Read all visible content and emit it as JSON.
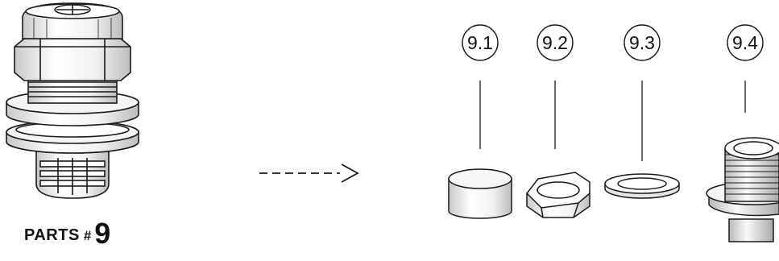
{
  "title": {
    "word": "PARTS",
    "hash": "#",
    "number": "9"
  },
  "callouts": [
    {
      "label": "9.1",
      "part": "cap"
    },
    {
      "label": "9.2",
      "part": "hex-nut"
    },
    {
      "label": "9.3",
      "part": "washer"
    },
    {
      "label": "9.4",
      "part": "threaded-fitting"
    }
  ],
  "colors": {
    "stroke": "#1a1a1a",
    "fill": "#ffffff",
    "shade": "#d8d8d8"
  }
}
